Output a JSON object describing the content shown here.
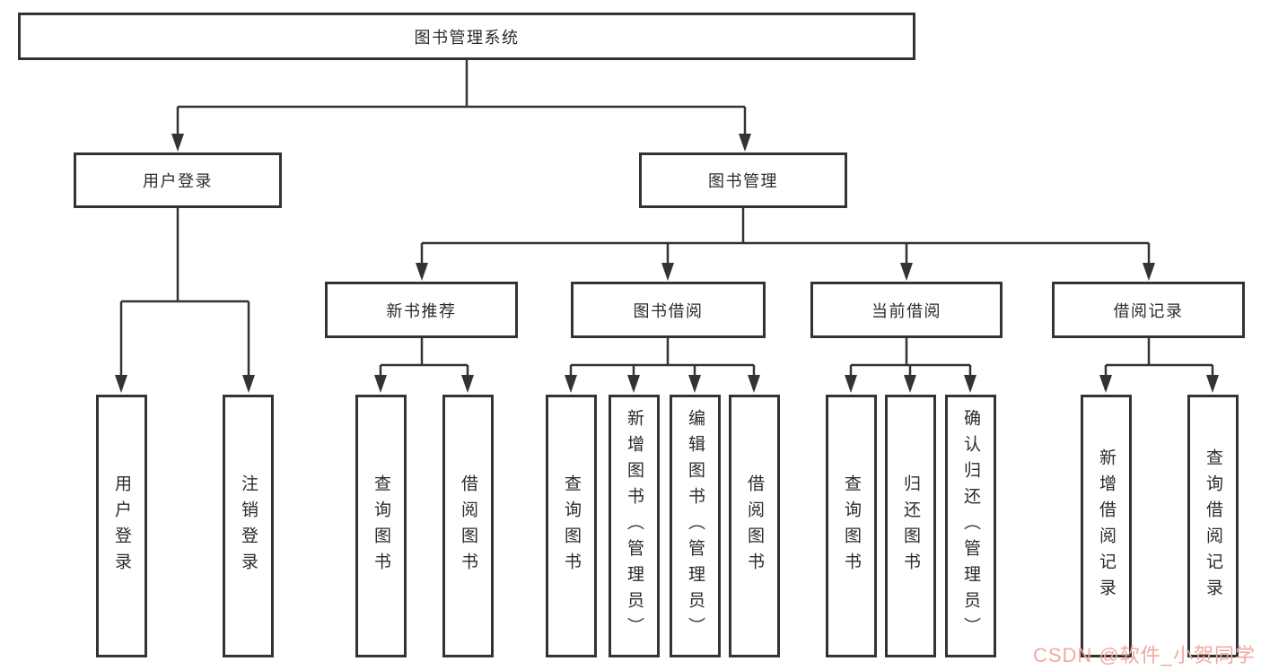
{
  "diagram": {
    "root": {
      "label": "图书管理系统"
    },
    "branches": [
      {
        "label": "用户登录",
        "leaves": [
          {
            "label": "用户登录"
          },
          {
            "label": "注销登录"
          }
        ]
      },
      {
        "label": "图书管理",
        "groups": [
          {
            "label": "新书推荐",
            "leaves": [
              {
                "label": "查询图书"
              },
              {
                "label": "借阅图书"
              }
            ]
          },
          {
            "label": "图书借阅",
            "leaves": [
              {
                "label": "查询图书"
              },
              {
                "label": "新增图书（管理员）"
              },
              {
                "label": "编辑图书（管理员）"
              },
              {
                "label": "借阅图书"
              }
            ]
          },
          {
            "label": "当前借阅",
            "leaves": [
              {
                "label": "查询图书"
              },
              {
                "label": "归还图书"
              },
              {
                "label": "确认归还（管理员）"
              }
            ]
          },
          {
            "label": "借阅记录",
            "leaves": [
              {
                "label": "新增借阅记录"
              },
              {
                "label": "查询借阅记录"
              }
            ]
          }
        ]
      }
    ]
  },
  "watermark": {
    "text": "CSDN @软件_小贺同学"
  },
  "colors": {
    "line": "#333333",
    "box_border": "#333333",
    "text": "#2b2b2b",
    "watermark": "#f1a9a2",
    "background": "#ffffff"
  }
}
